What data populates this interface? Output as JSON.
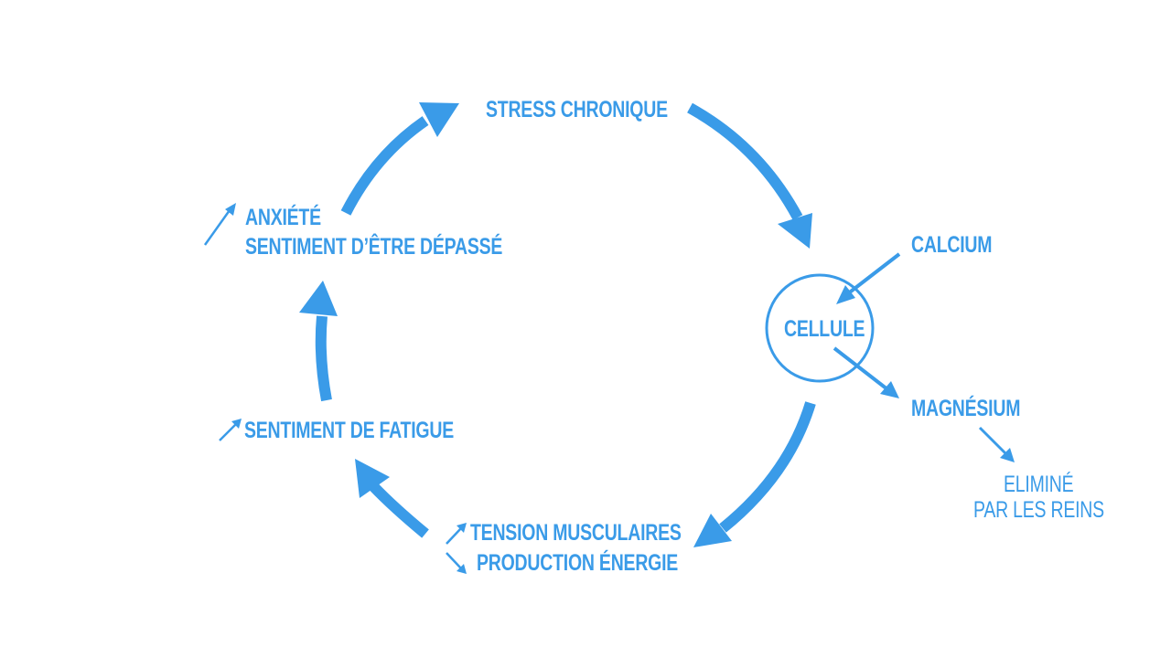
{
  "accent_color": "#3a9be8",
  "nodes": {
    "stress": {
      "label": "STRESS CHRONIQUE"
    },
    "cellule": {
      "label": "CELLULE"
    },
    "calcium": {
      "label": "CALCIUM"
    },
    "magnesium": {
      "label": "MAGNÉSIUM"
    },
    "elimine": {
      "line1": "ELIMINÉ",
      "line2": "PAR LES REINS"
    },
    "tension": {
      "line1": "TENSION MUSCULAIRES",
      "line2": "PRODUCTION ÉNERGIE",
      "trend1": "increase",
      "trend2": "decrease"
    },
    "fatigue": {
      "label": "SENTIMENT DE FATIGUE",
      "trend": "increase"
    },
    "anxiete": {
      "line1": "ANXIÉTÉ",
      "line2": "SENTIMENT D’ÊTRE DÉPASSÉ",
      "trend": "increase"
    }
  },
  "cycle_order": [
    "stress",
    "cellule",
    "tension",
    "fatigue",
    "anxiete",
    "stress"
  ]
}
